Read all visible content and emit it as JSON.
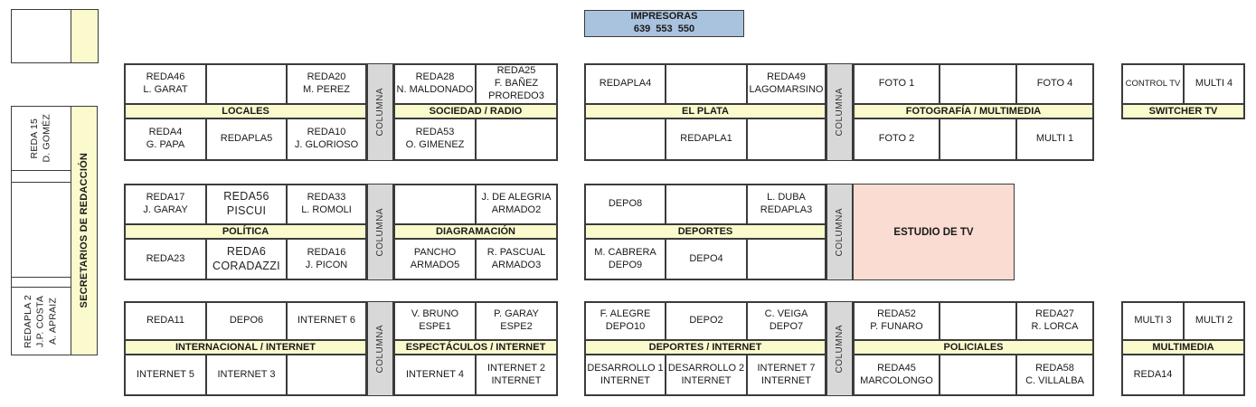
{
  "printers": {
    "line1": "IMPRESORAS",
    "line2": "639  553  550"
  },
  "columna_label": "COLUMNA",
  "left": {
    "secretarios": "SECRETARIOS DE REDACCIÓN",
    "reda15": "REDA 15\nD. GOMÉZ",
    "redapla2": "REDAPLA 2\nJ.P. COSTA\nA. APRAIZ"
  },
  "studio_label": "ESTUDIO DE TV",
  "colors": {
    "header_bg": "#FAFACD",
    "columna_bg": "#D8D8D8",
    "printer_bg": "#A9C2DE",
    "studio_bg": "#FBDCD2",
    "border": "#3B3B3B"
  },
  "groups": {
    "locales": {
      "header": "LOCALES",
      "top": [
        "REDA46\nL. GARAT",
        "",
        "REDA20\nM. PEREZ"
      ],
      "bottom": [
        "REDA4\nG. PAPA",
        "REDAPLA5",
        "REDA10\nJ. GLORIOSO"
      ]
    },
    "sociedad": {
      "header": "SOCIEDAD / RADIO",
      "top": [
        "REDA28\nN. MALDONADO",
        "REDA25\nF. BAÑEZ\nPROREDO3"
      ],
      "bottom": [
        "REDA53\nO. GIMENEZ",
        ""
      ]
    },
    "elplata": {
      "header": "EL PLATA",
      "top": [
        "REDAPLA4",
        "",
        "REDA49\nLAGOMARSINO"
      ],
      "bottom": [
        "",
        "REDAPLA1",
        ""
      ]
    },
    "fotografia": {
      "header": "FOTOGRAFÍA / MULTIMEDIA",
      "top": [
        "FOTO 1",
        "",
        "FOTO 4"
      ],
      "bottom": [
        "FOTO 2",
        "",
        "MULTI 1"
      ]
    },
    "switcher": {
      "header": "SWITCHER TV",
      "top": [
        "CONTROL TV",
        "MULTI 4"
      ]
    },
    "politica": {
      "header": "POLÍTICA",
      "top": [
        "REDA17\nJ. GARAY",
        "REDA56\nPISCUI",
        "REDA33\nL. ROMOLI"
      ],
      "bottom": [
        "REDA23",
        "REDA6\nCORADAZZI",
        "REDA16\nJ. PICON"
      ]
    },
    "diagramacion": {
      "header": "DIAGRAMACIÓN",
      "top": [
        "",
        "J. DE ALEGRIA\nARMADO2"
      ],
      "bottom": [
        "PANCHO\nARMADO5",
        "R. PASCUAL\nARMADO3"
      ]
    },
    "deportes": {
      "header": "DEPORTES",
      "top": [
        "DEPO8",
        "",
        "L. DUBA\nREDAPLA3"
      ],
      "bottom": [
        "M. CABRERA\nDEPO9",
        "DEPO4",
        ""
      ]
    },
    "internacional": {
      "header": "INTERNACIONAL / INTERNET",
      "top": [
        "REDA11",
        "DEPO6",
        "INTERNET 6"
      ],
      "bottom": [
        "INTERNET 5",
        "INTERNET 3",
        ""
      ]
    },
    "espectaculos": {
      "header": "ESPECTÁCULOS / INTERNET",
      "top": [
        "V. BRUNO\nESPE1",
        "P. GARAY\nESPE2"
      ],
      "bottom": [
        "INTERNET 4",
        "INTERNET 2\nINTERNET"
      ]
    },
    "depinternet": {
      "header": "DEPORTES / INTERNET",
      "top": [
        "F. ALEGRE\nDEPO10",
        "DEPO2",
        "C. VEIGA\nDEPO7"
      ],
      "bottom": [
        "DESARROLLO 1\nINTERNET",
        "DESARROLLO 2\nINTERNET",
        "INTERNET 7\nINTERNET"
      ]
    },
    "policiales": {
      "header": "POLICIALES",
      "top": [
        "REDA52\nP. FUNARO",
        "",
        "REDA27\nR. LORCA"
      ],
      "bottom": [
        "REDA45\nMARCOLONGO",
        "",
        "REDA58\nC. VILLALBA"
      ]
    },
    "multimedia": {
      "header": "MULTIMEDIA",
      "top": [
        "MULTI 3",
        "MULTI 2"
      ],
      "bottom": [
        "REDA14",
        ""
      ]
    }
  }
}
